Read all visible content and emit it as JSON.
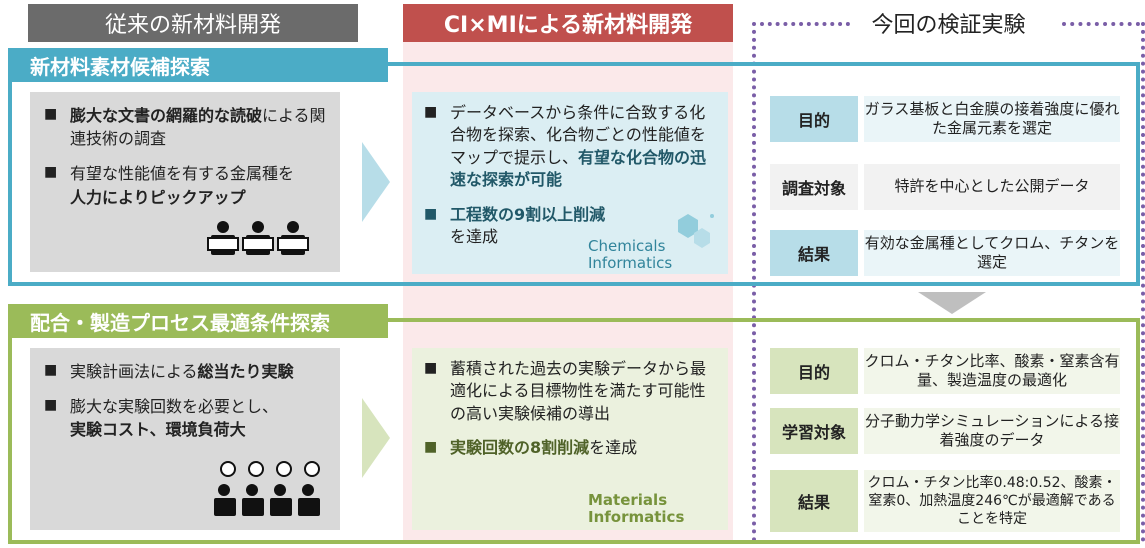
{
  "headers": {
    "conventional": "従来の新材料開発",
    "cimi": "CI×MIによる新材料開発",
    "verification": "今回の検証実験"
  },
  "sections": [
    {
      "title": "新材料素材候補探索",
      "conventional": {
        "b1_strong": "膨大な文書の網羅的な読破",
        "b1_rest": "による関連技術の調査",
        "b2_pre": "有望な性能値を有する金属種を",
        "b2_strong": "人力によりピックアップ"
      },
      "cimi": {
        "b1_pre": "データベースから条件に合致する化合物を探索、化合物ごとの性能値をマップで提示し、",
        "b1_strong": "有望な化合物の迅速な探索が可能",
        "b2_strong": "工程数の9割以上削減",
        "b2_rest": "を達成",
        "logo_line1": "Chemicals",
        "logo_line2": "Informatics"
      },
      "verification": [
        {
          "label": "目的",
          "value": "ガラス基板と白金膜の接着強度に優れた金属元素を選定"
        },
        {
          "label": "調査対象",
          "value": "特許を中心とした公開データ"
        },
        {
          "label": "結果",
          "value": "有効な金属種としてクロム、チタンを選定"
        }
      ]
    },
    {
      "title": "配合・製造プロセス最適条件探索",
      "conventional": {
        "b1_pre": "実験計画法による",
        "b1_strong": "総当たり実験",
        "b2_pre": "膨大な実験回数を必要とし、",
        "b2_strong": "実験コスト、環境負荷大"
      },
      "cimi": {
        "b1_pre": "蓄積された過去の実験データから最適化による目標物性を満たす可能性の高い実験候補の導出",
        "b2_strong": "実験回数の8割削減",
        "b2_rest": "を達成",
        "logo_line1": "Materials",
        "logo_line2": "Informatics"
      },
      "verification": [
        {
          "label": "目的",
          "value": "クロム・チタン比率、酸素・窒素含有量、製造温度の最適化"
        },
        {
          "label": "学習対象",
          "value": "分子動力学シミュレーションによる接着強度のデータ"
        },
        {
          "label": "結果",
          "value": "クロム・チタン比率0.48:0.52、酸素・窒素0、加熱温度246℃が最適解であることを特定"
        }
      ]
    }
  ],
  "bullet_glyph": "■",
  "icons": [
    "reading-people-icon",
    "thinking-people-icon",
    "molecule-logo-icon"
  ],
  "colors": {
    "ci_blue": "#4bacc6",
    "mi_green": "#9bbb59",
    "cimi_red": "#c0504d",
    "conventional_grey": "#6b6b6b",
    "verification_purple": "#7a5ea7"
  }
}
